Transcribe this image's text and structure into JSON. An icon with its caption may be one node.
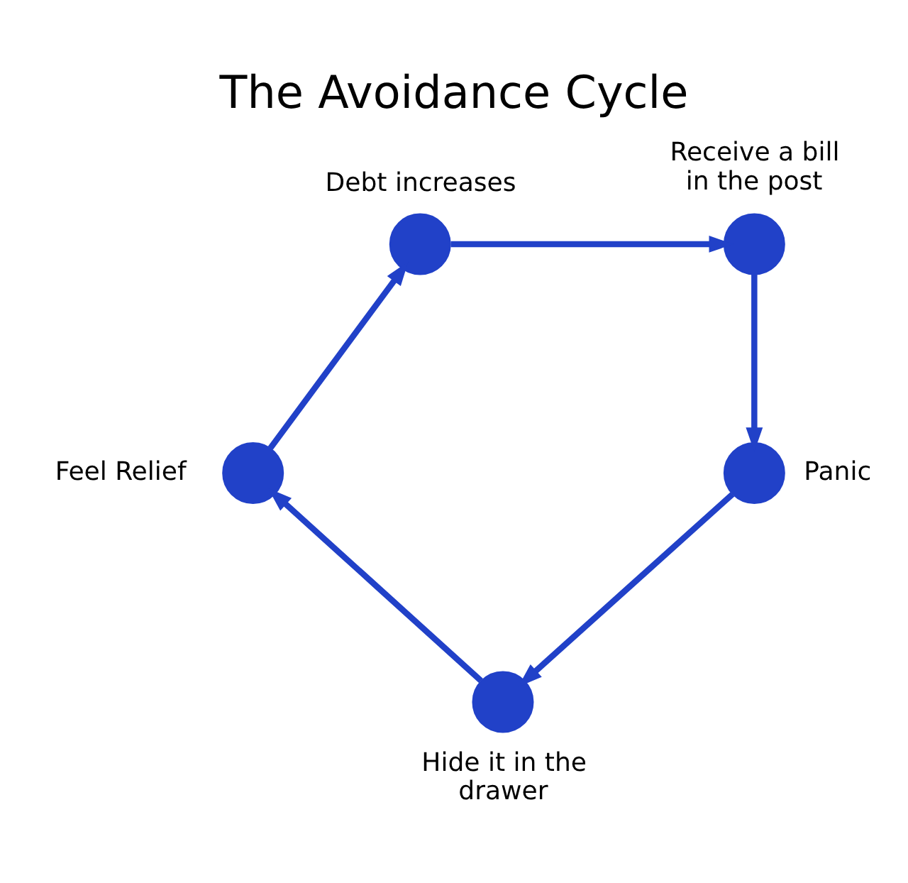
{
  "diagram": {
    "title": "The Avoidance Cycle",
    "nodes": [
      {
        "text": [],
        "shape": "circle",
        "beside": [
          "Debt increases"
        ]
      },
      {
        "text": [],
        "shape": "circle",
        "beside": [
          "Receive a bill in the post"
        ]
      },
      {
        "text": [],
        "shape": "circle",
        "beside": [
          "Panic"
        ]
      },
      {
        "text": [],
        "shape": "circle",
        "beside": [
          "Hide it in the drawer"
        ]
      },
      {
        "text": [],
        "shape": "circle",
        "beside": [
          "Feel Relief"
        ]
      }
    ],
    "edges": [
      {
        "from": 1,
        "to": 2,
        "arrow": "to"
      },
      {
        "from": 2,
        "to": 3,
        "arrow": "to"
      },
      {
        "from": 3,
        "to": 4,
        "arrow": "to"
      },
      {
        "from": 4,
        "to": 0,
        "arrow": "to"
      },
      {
        "from": 0,
        "to": 1,
        "arrow": "to"
      }
    ]
  }
}
